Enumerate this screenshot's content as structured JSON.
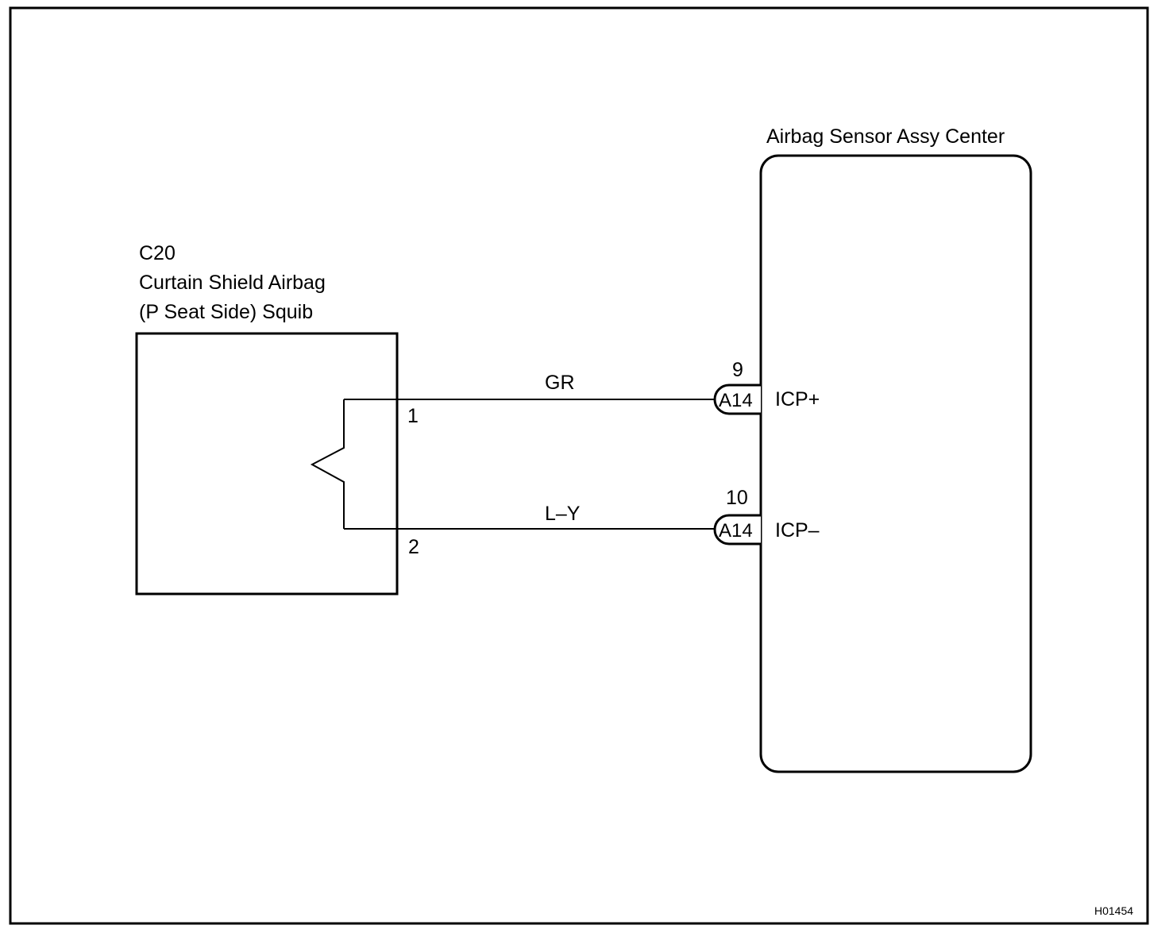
{
  "component_left": {
    "code": "C20",
    "name_line1": "Curtain Shield Airbag",
    "name_line2": "(P Seat Side) Squib",
    "pin1": "1",
    "pin2": "2"
  },
  "component_right": {
    "name": "Airbag Sensor Assy Center"
  },
  "wires": [
    {
      "color": "GR",
      "connector": "A14",
      "connector_pin": "9",
      "terminal": "ICP+"
    },
    {
      "color": "L–Y",
      "connector": "A14",
      "connector_pin": "10",
      "terminal": "ICP–"
    }
  ],
  "figure_code": "H01454"
}
